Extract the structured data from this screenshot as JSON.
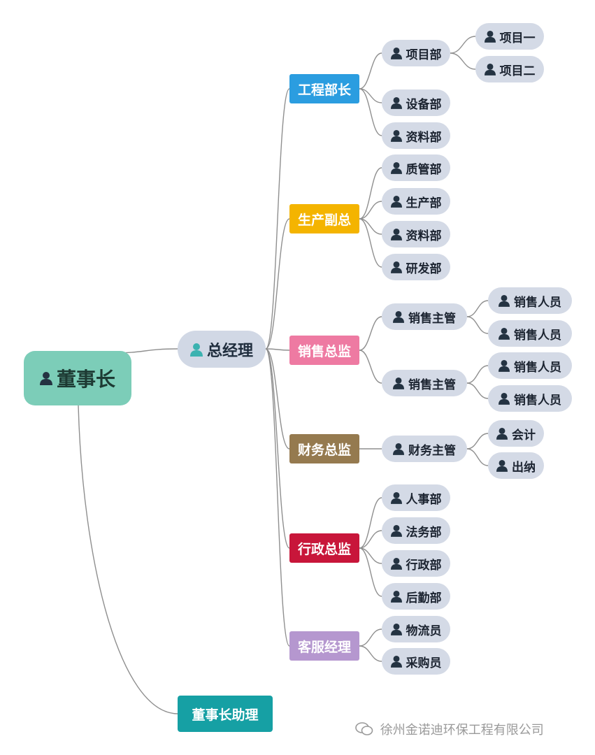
{
  "root": {
    "label": "董事长",
    "icon": "person-icon"
  },
  "general_manager": {
    "label": "总经理",
    "icon": "person-icon"
  },
  "assistant": {
    "label": "董事长助理"
  },
  "colors": {
    "root": "#7ccdb8",
    "pill": "#d4dae6",
    "line": "#8f8f8f",
    "assistant": "#16a0a4",
    "engineering": "#2b9de0",
    "production": "#f4b400",
    "sales": "#ee7aa2",
    "finance": "#957a4f",
    "admin": "#c8163a",
    "service": "#b597cf"
  },
  "departments": [
    {
      "label": "工程部长",
      "color": "#2b9de0",
      "children": [
        {
          "label": "项目部",
          "children": [
            {
              "label": "项目一"
            },
            {
              "label": "项目二"
            }
          ]
        },
        {
          "label": "设备部"
        },
        {
          "label": "资料部"
        }
      ]
    },
    {
      "label": "生产副总",
      "color": "#f4b400",
      "children": [
        {
          "label": "质管部"
        },
        {
          "label": "生产部"
        },
        {
          "label": "资料部"
        },
        {
          "label": "研发部"
        }
      ]
    },
    {
      "label": "销售总监",
      "color": "#ee7aa2",
      "children": [
        {
          "label": "销售主管",
          "children": [
            {
              "label": "销售人员"
            },
            {
              "label": "销售人员"
            }
          ]
        },
        {
          "label": "销售主管",
          "children": [
            {
              "label": "销售人员"
            },
            {
              "label": "销售人员"
            }
          ]
        }
      ]
    },
    {
      "label": "财务总监",
      "color": "#957a4f",
      "children": [
        {
          "label": "财务主管",
          "children": [
            {
              "label": "会计"
            },
            {
              "label": "出纳"
            }
          ]
        }
      ]
    },
    {
      "label": "行政总监",
      "color": "#c8163a",
      "children": [
        {
          "label": "人事部"
        },
        {
          "label": "法务部"
        },
        {
          "label": "行政部"
        },
        {
          "label": "后勤部"
        }
      ]
    },
    {
      "label": "客服经理",
      "color": "#b597cf",
      "children": [
        {
          "label": "物流员"
        },
        {
          "label": "采购员"
        }
      ]
    }
  ],
  "watermark": "徐州金诺迪环保工程有限公司",
  "watermark_icon": "wechat-icon"
}
